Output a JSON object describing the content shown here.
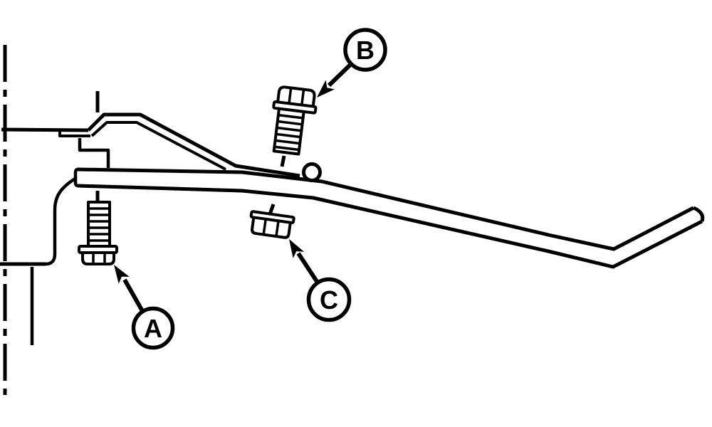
{
  "figure": {
    "background_color": "#ffffff",
    "line_color": "#000000",
    "callouts": [
      {
        "label": "A"
      },
      {
        "label": "B"
      },
      {
        "label": "C"
      }
    ]
  }
}
